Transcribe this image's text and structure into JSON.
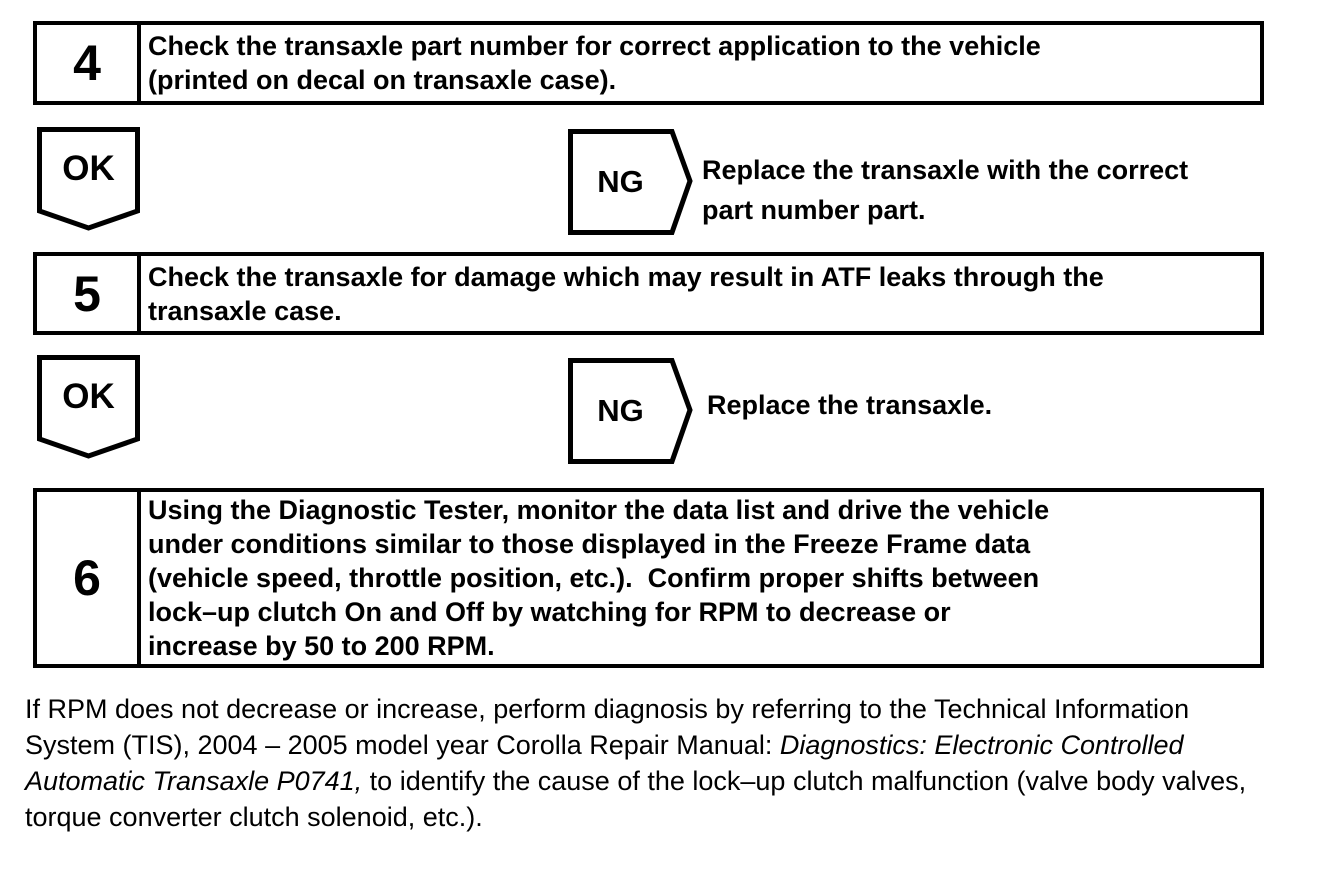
{
  "page": {
    "background": "#ffffff",
    "ink": "#000000"
  },
  "steps": [
    {
      "number": "4",
      "text": "Check the transaxle part number for correct application to the vehicle\n(printed on decal on transaxle case)."
    },
    {
      "number": "5",
      "text": "Check the transaxle for damage which may result in ATF leaks through the\ntransaxle case."
    },
    {
      "number": "6",
      "text": "Using the Diagnostic Tester, monitor the data list and drive the vehicle\nunder conditions similar to those displayed in the Freeze Frame data\n(vehicle speed, throttle position, etc.).  Confirm proper shifts between\nlock–up clutch On and Off by watching for RPM to decrease or\nincrease by 50 to 200 RPM."
    }
  ],
  "decisions": [
    {
      "ok_label": "OK",
      "ng_label": "NG",
      "ng_action": "Replace the transaxle with the correct\npart number part."
    },
    {
      "ok_label": "OK",
      "ng_label": "NG",
      "ng_action": "Replace the transaxle."
    }
  ],
  "footer": {
    "segments": [
      {
        "style": "regular",
        "text": "If RPM does not decrease or increase, perform diagnosis by referring to the Technical Information System (TIS), 2004 – 2005 model year Corolla Repair Manual: "
      },
      {
        "style": "italic",
        "text": "Diagnostics: Electronic Controlled Automatic Transaxle P0741,"
      },
      {
        "style": "regular",
        "text": " to identify the cause of the lock–up clutch malfunction (valve body valves, torque converter clutch solenoid, etc.)."
      }
    ]
  }
}
